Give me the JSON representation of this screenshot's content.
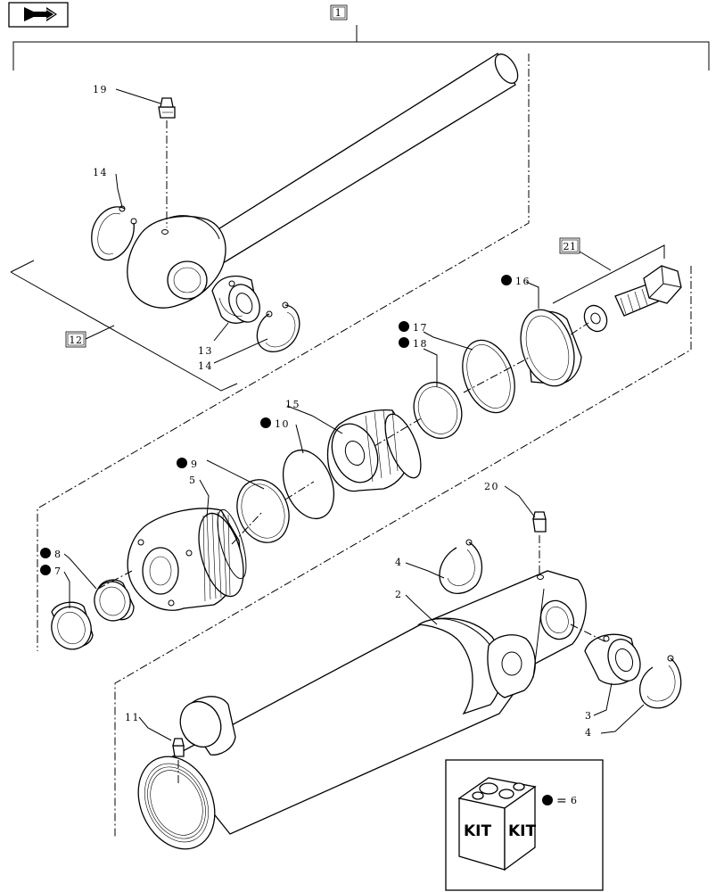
{
  "nav_icon": "next-page-arrow-icon",
  "callouts": {
    "c1": "1",
    "c2": "2",
    "c3": "3",
    "c4a": "4",
    "c4b": "4",
    "c5": "5",
    "c7": "7",
    "c8": "8",
    "c9": "9",
    "c10": "10",
    "c11": "11",
    "c12": "12",
    "c13": "13",
    "c14a": "14",
    "c14b": "14",
    "c15": "15",
    "c16": "16",
    "c17": "17",
    "c18": "18",
    "c19": "19",
    "c20": "20",
    "c21": "21"
  },
  "kit": {
    "label_front": "KIT",
    "label_side": "KIT",
    "legend_symbol": "=",
    "legend_number": "6",
    "icon": "parts-kit-box-icon"
  },
  "marked_with_dot": [
    "7",
    "8",
    "9",
    "10",
    "16",
    "17",
    "18"
  ]
}
